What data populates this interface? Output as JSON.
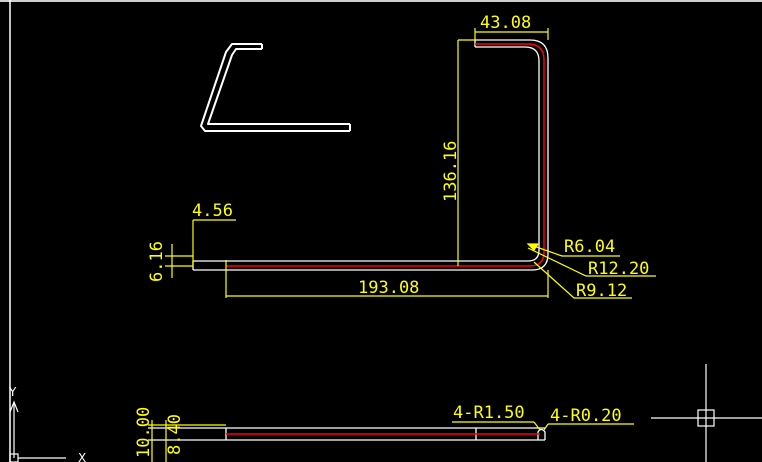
{
  "canvas": {
    "background": "#000000",
    "colors": {
      "outline": "#ffffff",
      "centerline": "#ff0000",
      "dimension": "#ffff00",
      "frame": "#ffffff"
    }
  },
  "dimensions": {
    "top_width": "43.08",
    "vertical_height": "136.16",
    "left_small_width": "4.56",
    "left_small_height": "6.16",
    "bottom_length": "193.08",
    "radius_1": "R6.04",
    "radius_2": "R12.20",
    "radius_3": "R9.12"
  },
  "bottom_view": {
    "height_outer": "10.00",
    "height_inner": "8.40",
    "label_left": "4-R1.50",
    "label_right": "4-R0.20"
  },
  "ucs": {
    "y_label": "Y",
    "x_label": "X",
    "icon": "ucs-axis-icon"
  },
  "cursor": {
    "icon": "crosshair-cursor-icon"
  }
}
